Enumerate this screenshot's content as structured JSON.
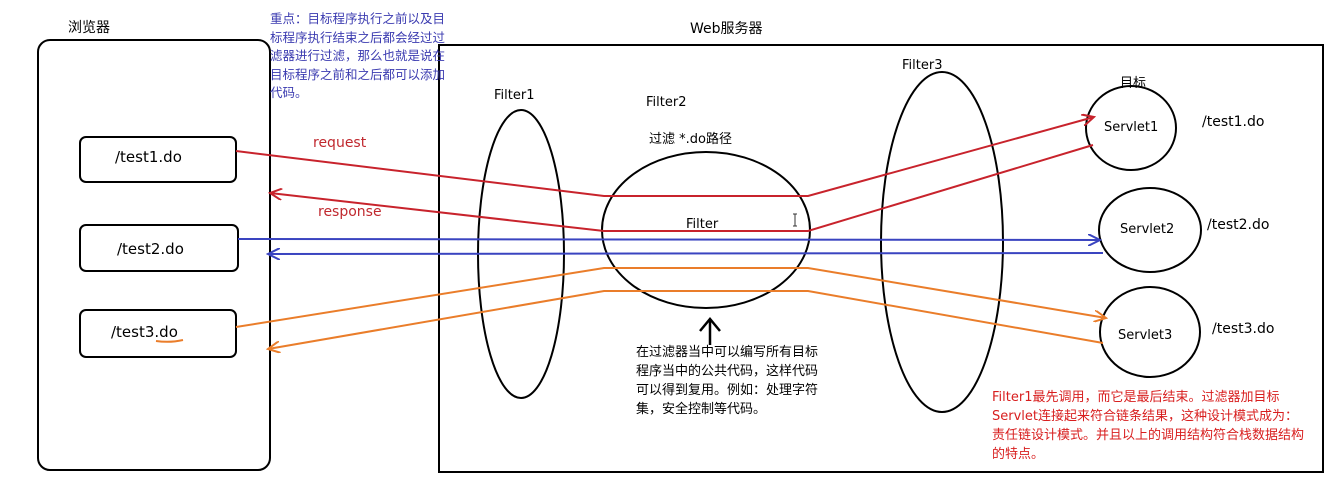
{
  "browser": {
    "title": "浏览器",
    "requests": [
      "/test1.do",
      "/test2.do",
      "/test3.do"
    ]
  },
  "server": {
    "title": "Web服务器",
    "filter1": "Filter1",
    "filter2": "Filter2",
    "filter2_path": "过滤 *.do路径",
    "filter2_inner": "Filter",
    "filter3": "Filter3",
    "target_label": "目标",
    "servlets": [
      {
        "name": "Servlet1",
        "path": "/test1.do"
      },
      {
        "name": "Servlet2",
        "path": "/test2.do"
      },
      {
        "name": "Servlet3",
        "path": "/test3.do"
      }
    ]
  },
  "arrows": {
    "request": "request",
    "response": "response"
  },
  "notes": {
    "key_point": "重点：目标程序执行之前以及目标程序执行结束之后都会经过过滤器进行过滤，那么也就是说在目标程序之前和之后都可以添加代码。",
    "filter_code": "在过滤器当中可以编写所有目标程序当中的公共代码，这样代码可以得到复用。例如：处理字符集，安全控制等代码。",
    "chain": "Filter1最先调用，而它是最后结束。过滤器加目标Servlet连接起来符合链条结果，这种设计模式成为：责任链设计模式。并且以上的调用结构符合栈数据结构的特点。"
  },
  "colors": {
    "red_line": "#c8232c",
    "blue_line": "#3a44c0",
    "orange_line": "#ea7d2a",
    "note_blue": "#3b3bb0",
    "note_red": "#d81e1e"
  }
}
